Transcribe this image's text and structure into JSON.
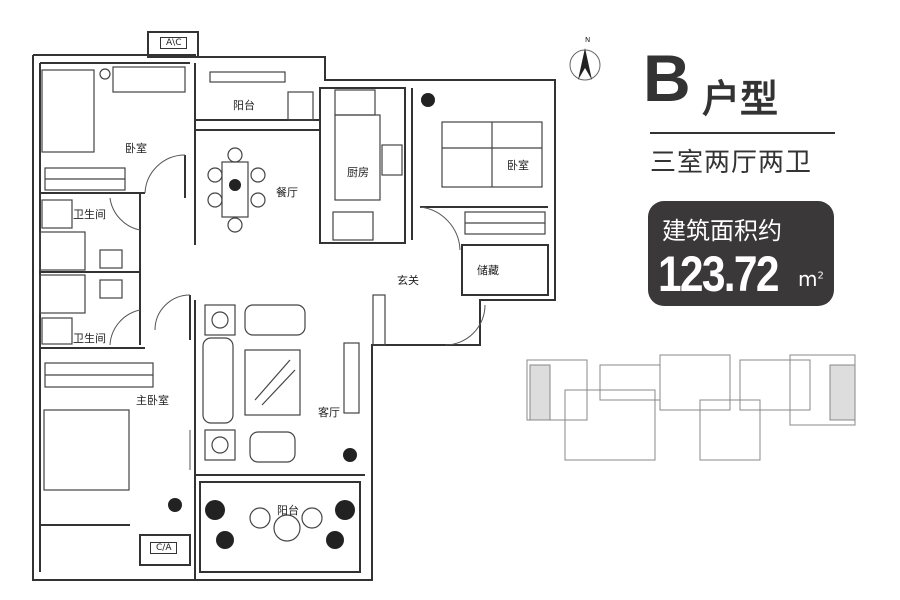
{
  "header": {
    "type_letter": "B",
    "type_suffix": "户型",
    "layout_desc": "三室两厅两卫",
    "area_label": "建筑面积约",
    "area_value": "123.72",
    "area_unit": "m",
    "area_unit_sup": "2"
  },
  "compass": {
    "north": "N"
  },
  "rooms": {
    "bedroom_nw": "卧室",
    "balcony_north": "阳台",
    "kitchen": "厨房",
    "bedroom_ne": "卧室",
    "dining": "餐厅",
    "bathroom_1": "卫生间",
    "bathroom_2": "卫生间",
    "foyer": "玄关",
    "storage": "储藏",
    "master_bedroom": "主卧室",
    "living": "客厅",
    "balcony_south": "阳台"
  },
  "ac_labels": {
    "top": "A\\C",
    "bottom": "C/A"
  },
  "colors": {
    "wall": "#333333",
    "badge_bg": "#3a3838",
    "text": "#333333"
  }
}
